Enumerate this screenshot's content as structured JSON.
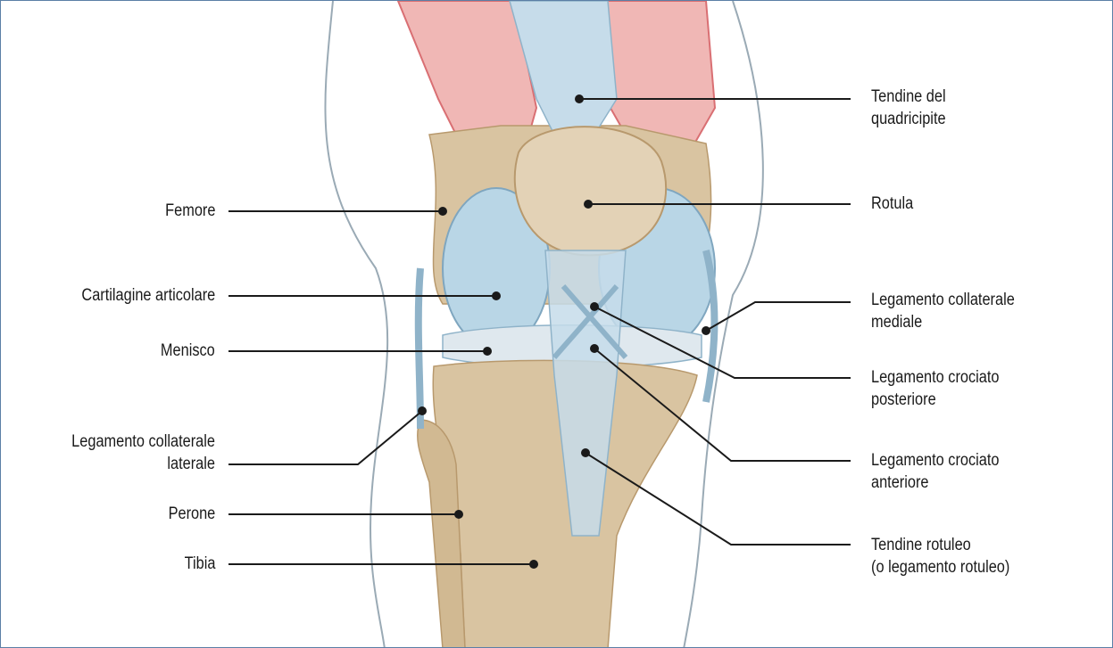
{
  "figure": {
    "subject": "knee-joint-anterior-view",
    "colors": {
      "frame": "#5b7fa6",
      "muscle": "#f0b7b5",
      "muscle_stroke": "#d96f73",
      "bone": "#d9c4a1",
      "cartilage": "#b9d6e6",
      "ligament": "#c6dcea",
      "leader_line": "#1a1a1a"
    }
  },
  "labels": {
    "right": [
      {
        "id": "quadriceps-tendon",
        "lines": [
          "Tendine del",
          "quadricipite"
        ]
      },
      {
        "id": "patella",
        "lines": [
          "Rotula"
        ]
      },
      {
        "id": "medial-collateral-ligament",
        "lines": [
          "Legamento collaterale",
          "mediale"
        ]
      },
      {
        "id": "posterior-cruciate-ligament",
        "lines": [
          "Legamento crociato",
          "posteriore"
        ]
      },
      {
        "id": "anterior-cruciate-ligament",
        "lines": [
          "Legamento crociato",
          "anteriore"
        ]
      },
      {
        "id": "patellar-tendon",
        "lines": [
          "Tendine rotuleo",
          "(o legamento rotuleo)"
        ]
      }
    ],
    "left": [
      {
        "id": "femur",
        "lines": [
          "Femore"
        ]
      },
      {
        "id": "articular-cartilage",
        "lines": [
          "Cartilagine articolare"
        ]
      },
      {
        "id": "meniscus",
        "lines": [
          "Menisco"
        ]
      },
      {
        "id": "lateral-collateral-ligament",
        "lines": [
          "Legamento collaterale",
          "laterale"
        ]
      },
      {
        "id": "fibula",
        "lines": [
          "Perone"
        ]
      },
      {
        "id": "tibia",
        "lines": [
          "Tibia"
        ]
      }
    ]
  }
}
